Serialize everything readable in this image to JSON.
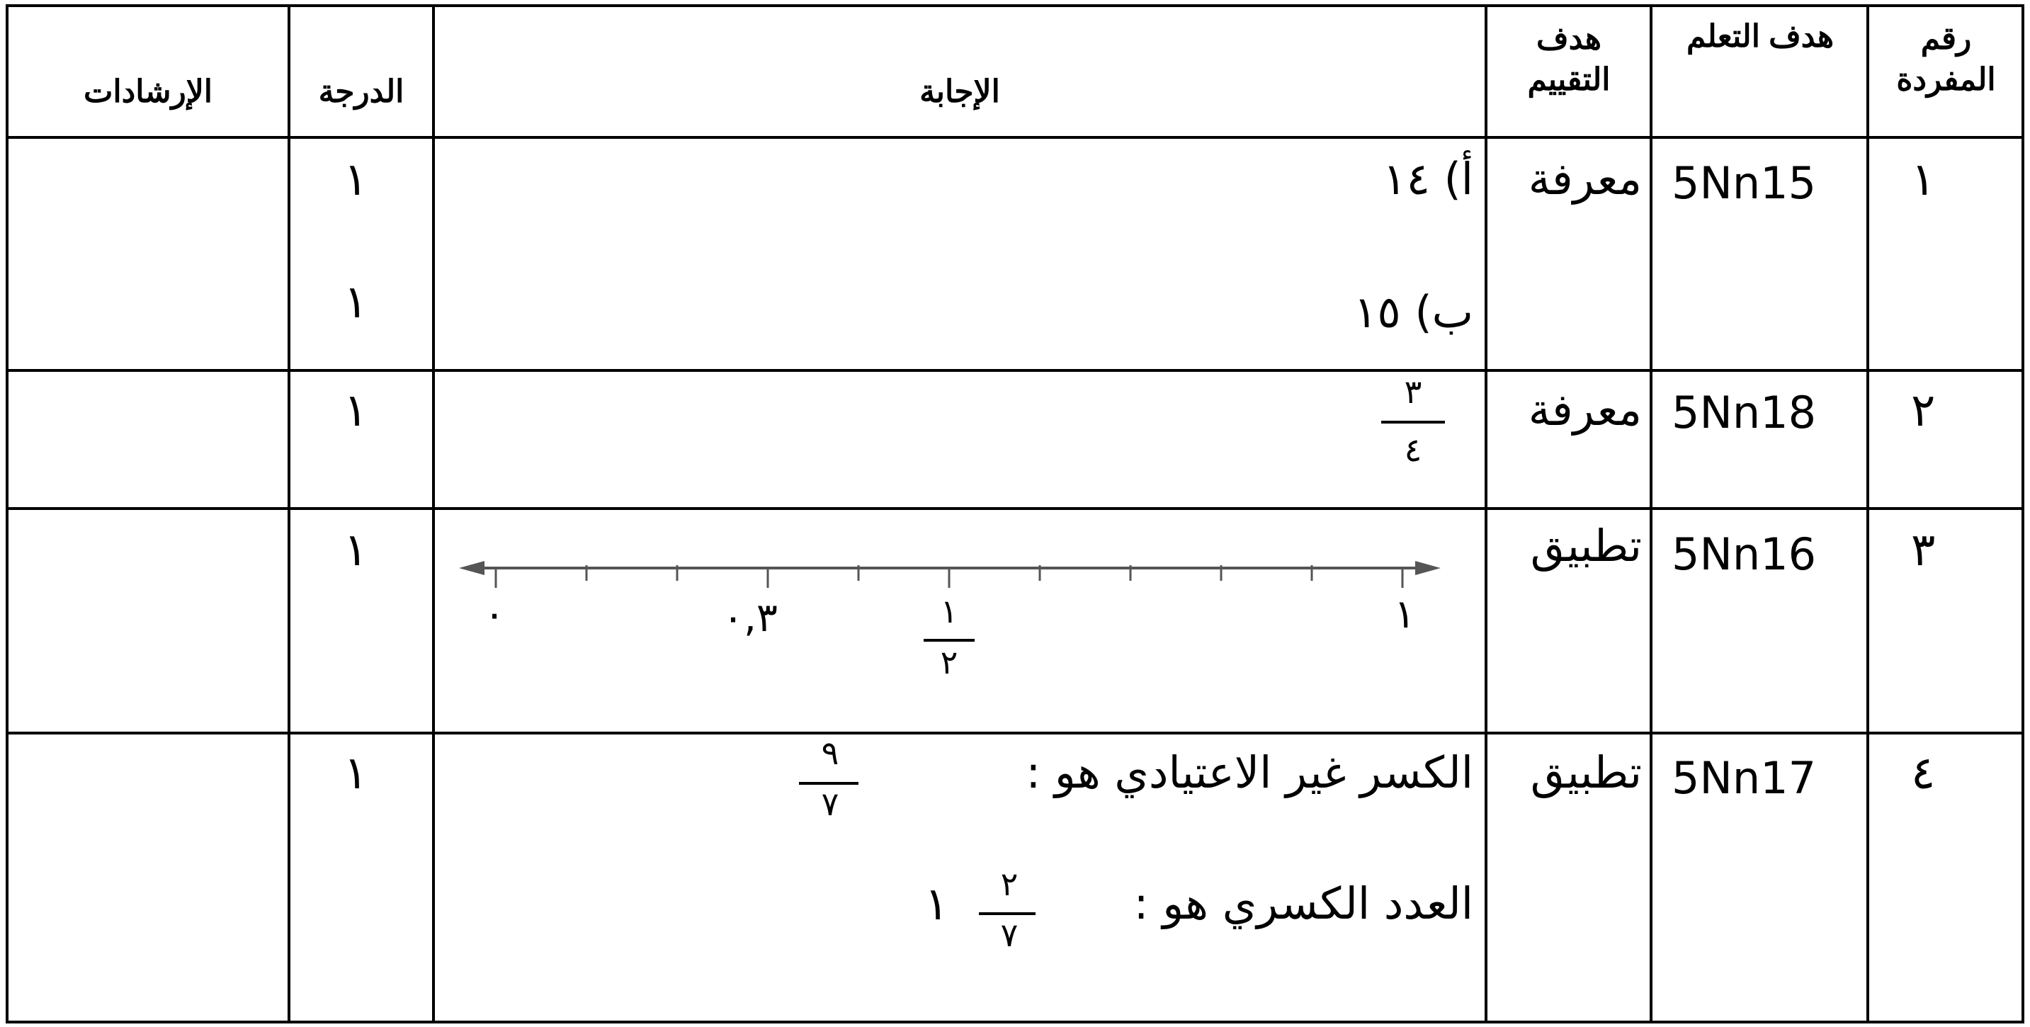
{
  "headers": {
    "item_number": "رقم المفردة",
    "learning_objective": "هدف التعلم",
    "assessment_objective": "هدف التقييم",
    "answer": "الإجابة",
    "grade": "الدرجة",
    "instructions": "الإرشادات"
  },
  "rows": [
    {
      "item_number": "١",
      "objective": "5Nn15",
      "assessment": "معرفة",
      "answer_lines": [
        "أ) ١٤",
        "ب) ١٥"
      ],
      "grades": [
        "١",
        "١"
      ],
      "instructions": ""
    },
    {
      "item_number": "٢",
      "objective": "5Nn18",
      "assessment": "معرفة",
      "answer_fraction": {
        "numerator": "٣",
        "denominator": "٤"
      },
      "grades": [
        "١"
      ],
      "instructions": ""
    },
    {
      "item_number": "٣",
      "objective": "5Nn16",
      "assessment": "تطبيق",
      "number_line": {
        "min": 0,
        "max": 1,
        "ticks": 11,
        "labels": {
          "start": "٠",
          "end": "١",
          "decimal": "٠,٣",
          "half_num": "١",
          "half_den": "٢"
        },
        "marked_values": [
          0.3,
          0.5
        ]
      },
      "grades": [
        "١"
      ],
      "instructions": ""
    },
    {
      "item_number": "٤",
      "objective": "5Nn17",
      "assessment": "تطبيق",
      "line1_text": "الكسر غير الاعتيادي هو :",
      "line1_fraction": {
        "numerator": "٩",
        "denominator": "٧"
      },
      "line2_text": "العدد الكسري هو :",
      "line2_fraction": {
        "numerator": "٢",
        "denominator": "٧"
      },
      "line2_whole": "١",
      "grades": [
        "١"
      ],
      "instructions": ""
    }
  ]
}
